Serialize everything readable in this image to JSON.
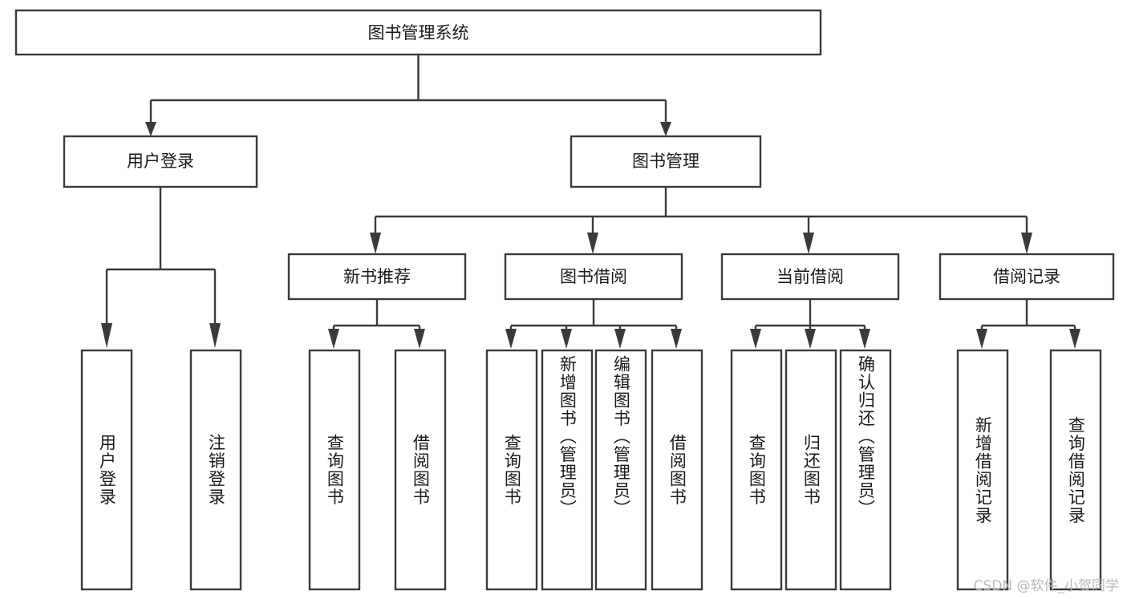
{
  "diagram": {
    "type": "tree-hierarchy",
    "title": "图书管理系统",
    "orientation": "top-down",
    "root": {
      "label": "图书管理系统",
      "children": [
        {
          "label": "用户登录",
          "children": [
            {
              "label": "用户登录"
            },
            {
              "label": "注销登录"
            }
          ]
        },
        {
          "label": "图书管理",
          "children": [
            {
              "label": "新书推荐",
              "children": [
                {
                  "label": "查询图书"
                },
                {
                  "label": "借阅图书"
                }
              ]
            },
            {
              "label": "图书借阅",
              "children": [
                {
                  "label": "查询图书"
                },
                {
                  "label": "新增图书（管理员）"
                },
                {
                  "label": "编辑图书（管理员）"
                },
                {
                  "label": "借阅图书"
                }
              ]
            },
            {
              "label": "当前借阅",
              "children": [
                {
                  "label": "查询图书"
                },
                {
                  "label": "归还图书"
                },
                {
                  "label": "确认归还（管理员）"
                }
              ]
            },
            {
              "label": "借阅记录",
              "children": [
                {
                  "label": "新增借阅记录"
                },
                {
                  "label": "查询借阅记录"
                }
              ]
            }
          ]
        }
      ]
    },
    "nodes": {
      "root": "图书管理系统",
      "user_login": "用户登录",
      "book_manage": "图书管理",
      "new_book_rec": "新书推荐",
      "book_borrow": "图书借阅",
      "current_borrow": "当前借阅",
      "borrow_record": "借阅记录",
      "leaf_user_login": "用户登录",
      "leaf_logout": "注销登录",
      "leaf_query_book_1": "查询图书",
      "leaf_borrow_book_1": "借阅图书",
      "leaf_query_book_2": "查询图书",
      "leaf_add_book": "新增图书（管理员）",
      "leaf_edit_book": "编辑图书（管理员）",
      "leaf_borrow_book_2": "借阅图书",
      "leaf_query_book_3": "查询图书",
      "leaf_return_book": "归还图书",
      "leaf_confirm_return": "确认归还（管理员）",
      "leaf_add_record": "新增借阅记录",
      "leaf_query_record": "查询借阅记录"
    },
    "colors": {
      "box_stroke": "#3a3a3a",
      "box_fill": "#ffffff",
      "text": "#1a1a1a",
      "background": "#ffffff",
      "watermark": "#b9b9b9"
    }
  },
  "watermark": {
    "text": "CSDN @软件_小贺同学"
  }
}
